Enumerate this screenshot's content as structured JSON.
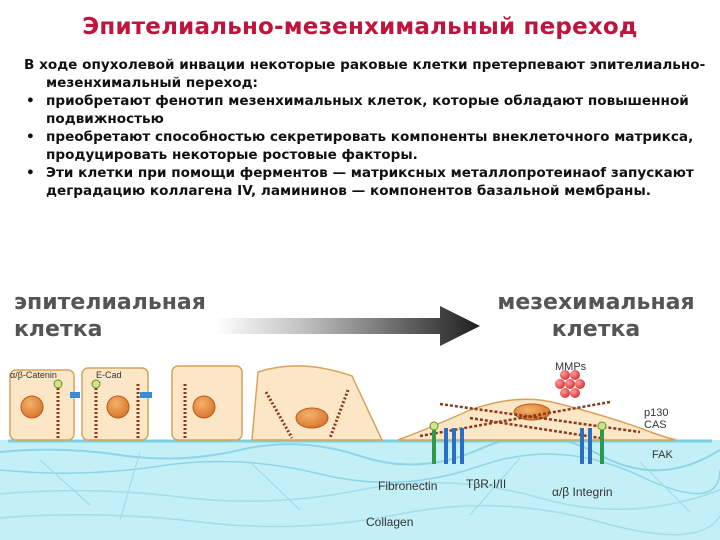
{
  "title": "Эпителиально-мезенхимальный переход",
  "intro": "В ходе опухолевой инвации некоторые раковые клетки претерпевают эпителиально-мезенхимальный переход:",
  "bullets": [
    "приобретают фенотип мезенхимальных клеток, которые обладают повышенной подвижностью",
    "преобретают способностью секретировать компоненты внеклеточного матрикса, продуцировать некоторые ростовые факторы.",
    "Эти клетки при помощи ферментов — матриксных металлопротеинаof запускают деградацию коллагена IV, ламининов — компонентов базальной мембраны."
  ],
  "bullet_symbol": "•",
  "figure": {
    "left_label_line1": "эпителиальная",
    "left_label_line2": "клетка",
    "right_label_line1": "мезехимальная",
    "right_label_line2": "клетка",
    "labels": {
      "catenin": "α/β-Catenin",
      "ecad": "E-Cad",
      "mmps": "MMPs",
      "p130": "p130",
      "cas": "CAS",
      "fak": "FAK",
      "fibronectin": "Fibronectin",
      "tbr": "TβR-I/II",
      "integrin": "α/β Integrin",
      "collagen": "Collagen"
    }
  },
  "colors": {
    "title": "#c0143c",
    "cell_fill": "#fbe6c6",
    "nucleus": "#e48a3a",
    "matrix": "#bfeff5",
    "mmp": "#e84a4a",
    "arrow_dark": "#222222"
  }
}
